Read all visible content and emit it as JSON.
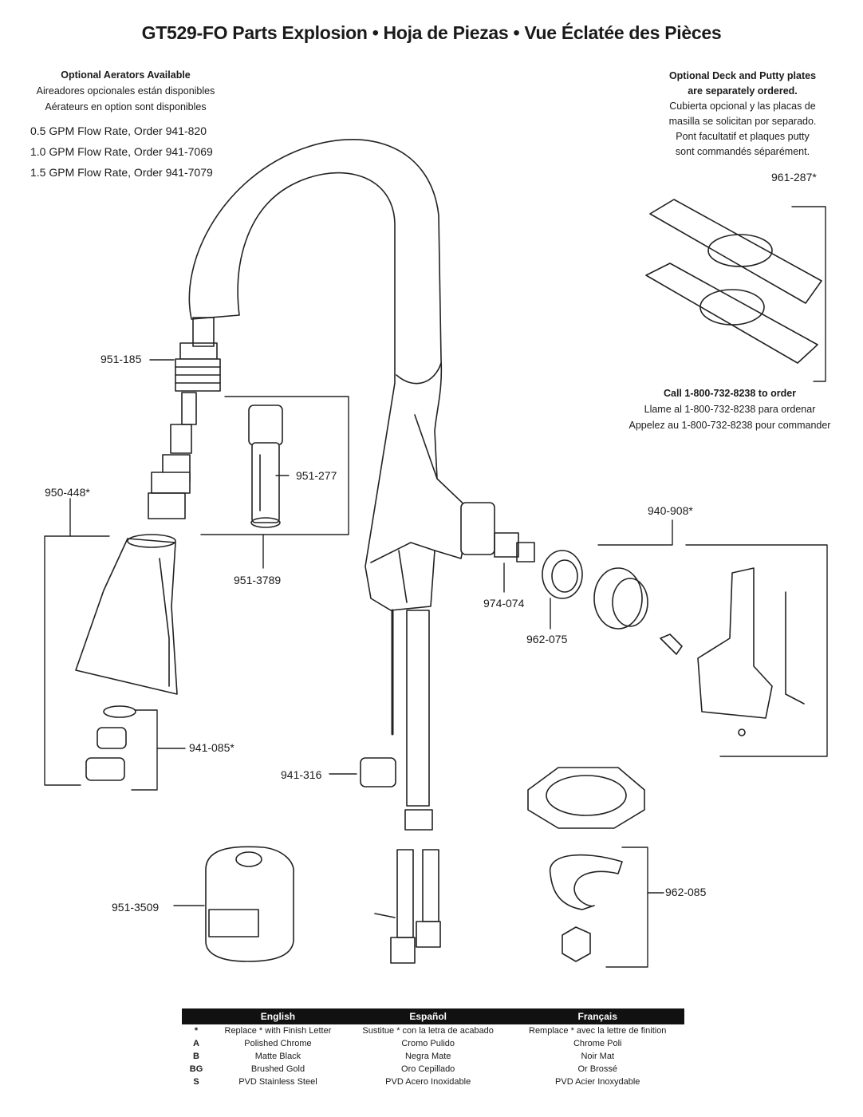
{
  "title": "GT529-FO Parts Explosion • Hoja de Piezas • Vue Éclatée des Pièces",
  "aerators": {
    "heading": "Optional Aerators Available",
    "spanish": "Aireadores opcionales están disponibles",
    "french": "Aérateurs en option sont disponibles",
    "options": [
      "0.5 GPM Flow Rate, Order 941-820",
      "1.0 GPM Flow Rate, Order 941-7069",
      "1.5 GPM Flow Rate, Order 941-7079"
    ]
  },
  "deck_note": {
    "heading_1": "Optional Deck and Putty plates",
    "heading_2": "are separately ordered.",
    "spanish_1": "Cubierta opcional y las placas de",
    "spanish_2": "masilla se solicitan por separado.",
    "french_1": "Pont facultatif et plaques putty",
    "french_2": "sont commandés séparément."
  },
  "order_note": {
    "english": "Call 1-800-732-8238 to order",
    "spanish": "Llame al 1-800-732-8238 para ordenar",
    "french": "Appelez au 1-800-732-8238 pour commander"
  },
  "parts": {
    "p951_185": "951-185",
    "p951_277": "951-277",
    "p950_448": "950-448*",
    "p951_3789": "951-3789",
    "p941_085": "941-085*",
    "p941_316": "941-316",
    "p951_3509": "951-3509",
    "p974_074": "974-074",
    "p962_075": "962-075",
    "p940_908": "940-908*",
    "p961_287": "961-287*",
    "p962_085": "962-085"
  },
  "legend": {
    "headers": [
      "English",
      "Español",
      "Français"
    ],
    "rows": [
      {
        "key": "*",
        "en": "Replace * with Finish Letter",
        "es": "Sustitue * con la letra de acabado",
        "fr": "Remplace * avec la lettre de finition"
      },
      {
        "key": "A",
        "en": "Polished Chrome",
        "es": "Cromo Pulido",
        "fr": "Chrome Poli"
      },
      {
        "key": "B",
        "en": "Matte Black",
        "es": "Negra Mate",
        "fr": "Noir Mat"
      },
      {
        "key": "BG",
        "en": "Brushed Gold",
        "es": "Oro Cepillado",
        "fr": "Or Brossé"
      },
      {
        "key": "S",
        "en": "PVD Stainless Steel",
        "es": "PVD Acero Inoxidable",
        "fr": "PVD Acier Inoxydable"
      }
    ]
  }
}
